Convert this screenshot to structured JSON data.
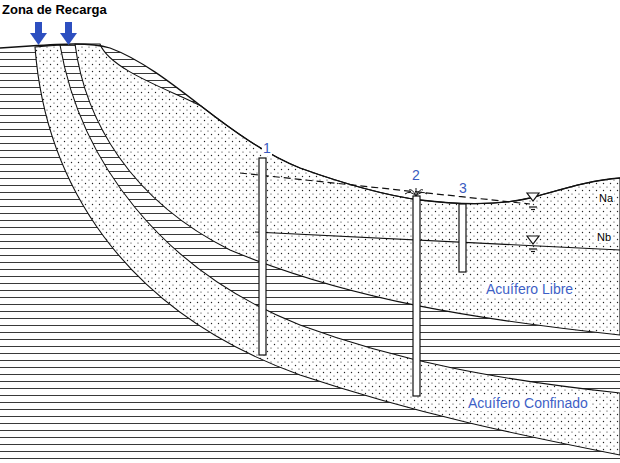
{
  "diagram": {
    "labels": [
      "Zona de Recarga",
      "1",
      "2",
      "3",
      "Na",
      "Nb",
      "Acuífero Libre",
      "Acuífero Confinado"
    ]
  }
}
